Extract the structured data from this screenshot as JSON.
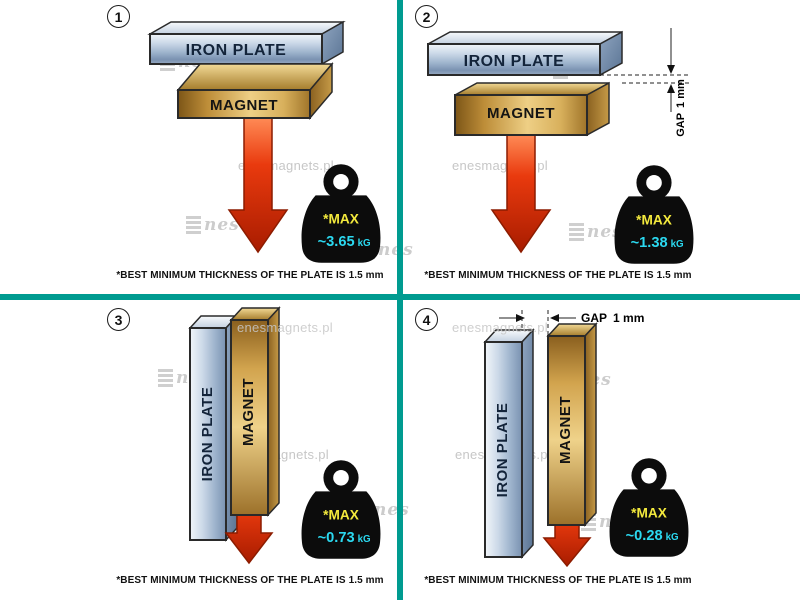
{
  "meta": {
    "watermark": "enesmagnets.pl",
    "brand": "nes"
  },
  "colors": {
    "divider_teal": "#009b90",
    "plate_steel": "#9fb4cd",
    "magnet_gold": "#d8ac55",
    "arrow_red": "#e93a0e",
    "max_yellow": "#f4ea3d",
    "value_cyan": "#2bd9f0",
    "weight_black": "#0c0c0c"
  },
  "panels": [
    {
      "number": "1",
      "plate": "IRON PLATE",
      "magnet": "MAGNET",
      "max_label": "*MAX",
      "value": "~3.65",
      "unit": "kG",
      "caption": "*BEST MINIMUM THICKNESS OF THE PLATE IS",
      "caption_bold": "1.5 mm"
    },
    {
      "number": "2",
      "plate": "IRON PLATE",
      "magnet": "MAGNET",
      "max_label": "*MAX",
      "value": "~1.38",
      "unit": "kG",
      "gap": "GAP",
      "gap_value": "1 mm",
      "caption": "*BEST MINIMUM THICKNESS OF THE PLATE IS",
      "caption_bold": "1.5 mm"
    },
    {
      "number": "3",
      "plate": "IRON PLATE",
      "magnet": "MAGNET",
      "max_label": "*MAX",
      "value": "~0.73",
      "unit": "kG",
      "caption": "*BEST MINIMUM THICKNESS OF THE PLATE IS",
      "caption_bold": "1.5 mm"
    },
    {
      "number": "4",
      "plate": "IRON PLATE",
      "magnet": "MAGNET",
      "max_label": "*MAX",
      "value": "~0.28",
      "unit": "kG",
      "gap": "GAP",
      "gap_value": "1 mm",
      "caption": "*BEST MINIMUM THICKNESS OF THE PLATE IS",
      "caption_bold": "1.5 mm"
    }
  ]
}
